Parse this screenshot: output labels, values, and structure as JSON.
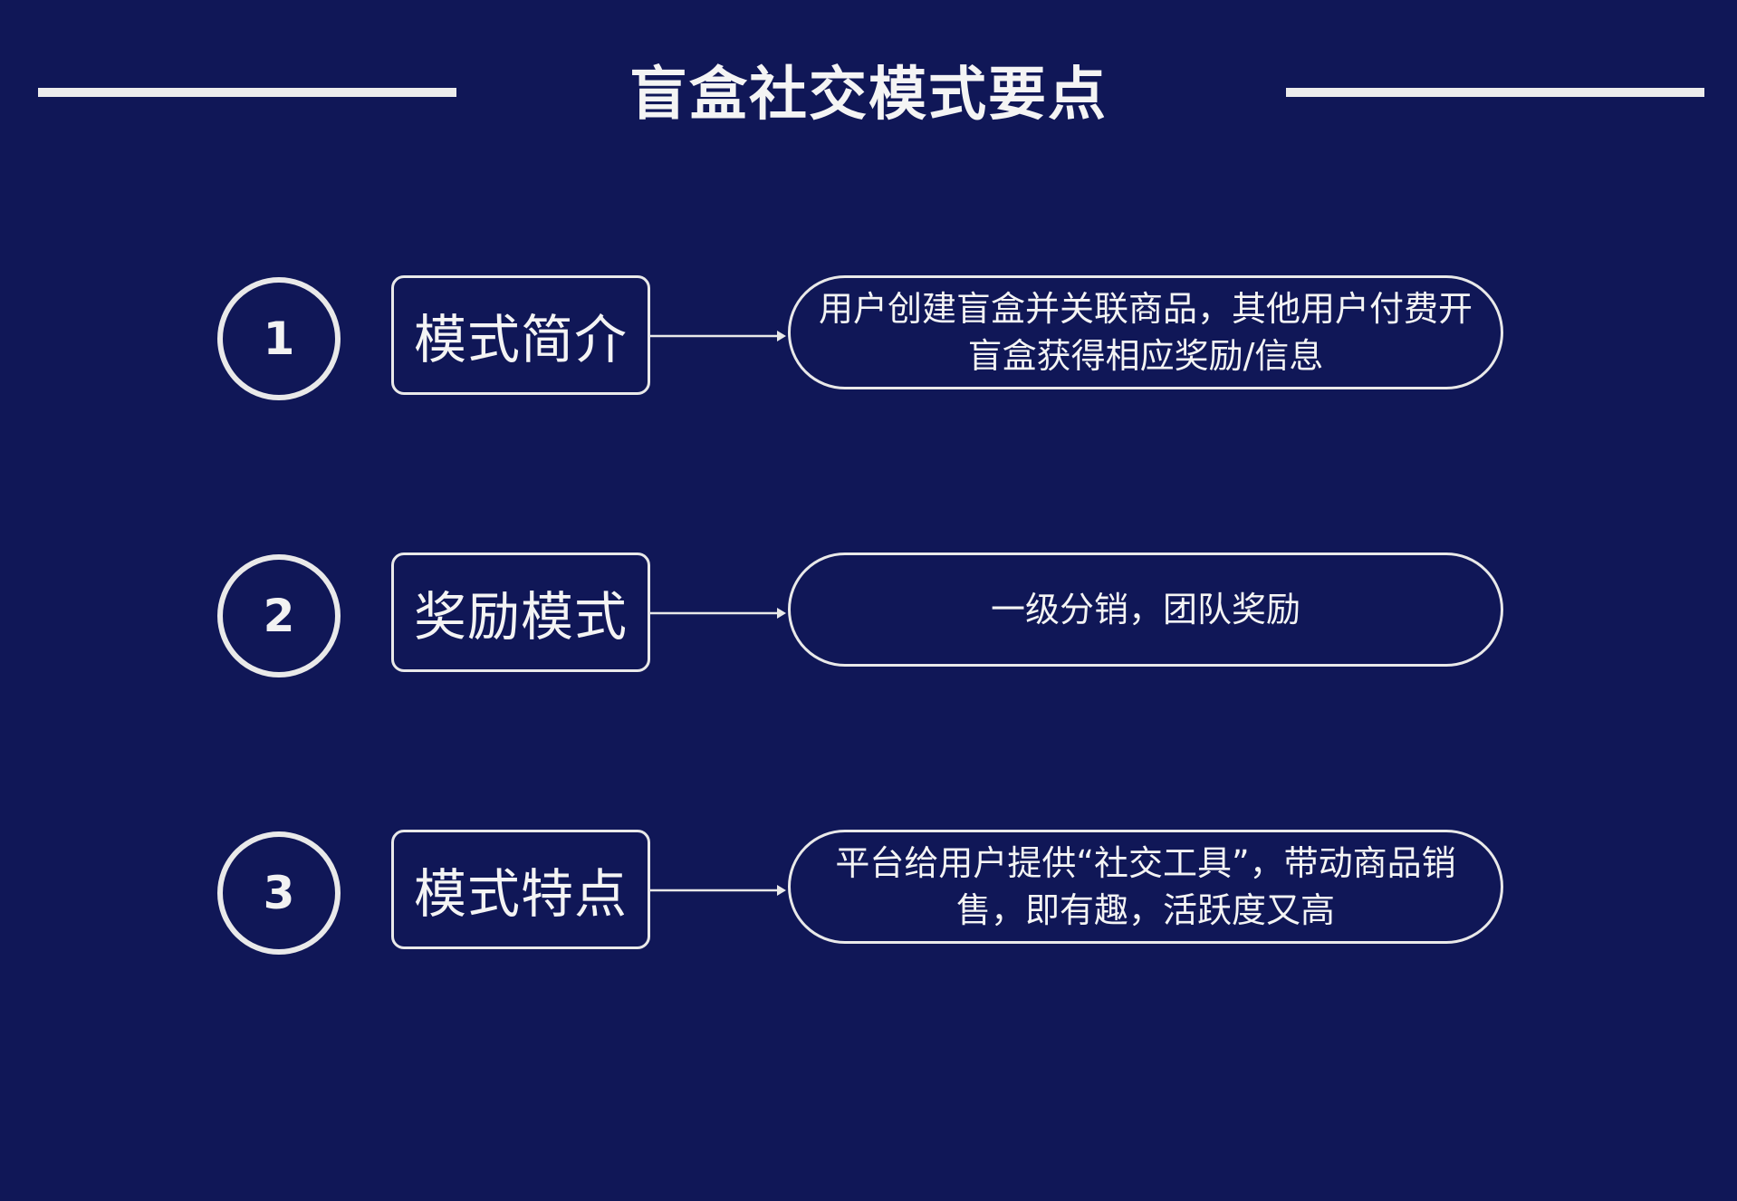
{
  "title": "盲盒社交模式要点",
  "colors": {
    "background": "#101757",
    "stroke": "#e9e9e9",
    "text": "#f4f4f4"
  },
  "items": [
    {
      "number": "1",
      "label": "模式简介",
      "description": "用户创建盲盒并关联商品，其他用户付费开盲盒获得相应奖励/信息"
    },
    {
      "number": "2",
      "label": "奖励模式",
      "description": "一级分销，团队奖励"
    },
    {
      "number": "3",
      "label": "模式特点",
      "description": "平台给用户提供“社交工具”，带动商品销售，即有趣，活跃度又高"
    }
  ]
}
